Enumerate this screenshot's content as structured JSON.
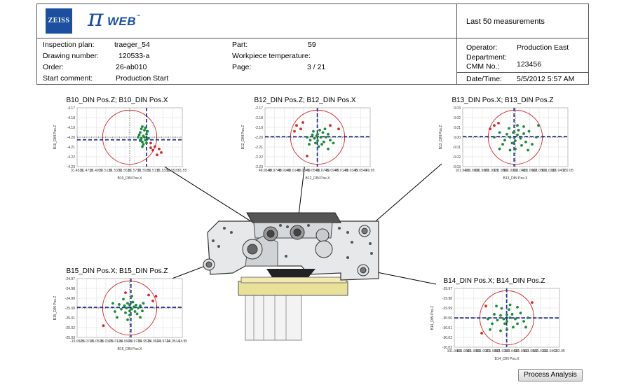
{
  "header": {
    "logo_text": "ZEISS",
    "brand_symbol": "π",
    "brand_web": "WEB",
    "brand_tm": "™",
    "info_title": "Last 50 measurements",
    "inspection_plan_label": "Inspection plan:",
    "inspection_plan_value": "traeger_54",
    "drawing_number_label": "Drawing number:",
    "drawing_number_value": "120533-a",
    "order_label": "Order:",
    "order_value": "26-ab010",
    "start_comment_label": "Start comment:",
    "start_comment_value": "Production Start",
    "part_label": "Part:",
    "part_value": "59",
    "workpiece_temp_label": "Workpiece temperature:",
    "page_label": "Page:",
    "page_value": "3 / 21",
    "operator_label": "Operator:",
    "operator_value": "Production East",
    "department_label": "Department:",
    "cmm_label": "CMM No.:",
    "cmm_value": "123456",
    "datetime_label": "Date/Time:",
    "datetime_value": "5/5/2012 5:57 AM"
  },
  "colors": {
    "brand_blue": "#1c4fa0",
    "in_tolerance": "#1e8a3c",
    "out_of_tolerance": "#d62a2a",
    "mean_line": "#22328c"
  },
  "chart_data": [
    {
      "type": "scatter",
      "title": "B10_DIN Pos.Z; B10_DIN Pos.X",
      "xlabel": "B10_DIN Pos.X",
      "ylabel": "B10_DIN Pos.Z",
      "xticks": [
        "31.4531",
        "31.4731",
        "31.4931",
        "31.5131",
        "31.5331",
        "31.5531",
        "31.5731",
        "31.5931",
        "31.5131",
        "31.5331",
        "31.5531",
        "31.55"
      ],
      "yticks": [
        "-4.17",
        "-4.18",
        "-4.19",
        "-4.20",
        "-4.21",
        "-4.22",
        "-4.23"
      ],
      "grid": true,
      "points": [
        [
          0.62,
          0.32,
          "g"
        ],
        [
          0.64,
          0.38,
          "g"
        ],
        [
          0.6,
          0.42,
          "g"
        ],
        [
          0.66,
          0.45,
          "g"
        ],
        [
          0.63,
          0.48,
          "g"
        ],
        [
          0.61,
          0.52,
          "g"
        ],
        [
          0.65,
          0.55,
          "g"
        ],
        [
          0.62,
          0.58,
          "g"
        ],
        [
          0.67,
          0.4,
          "g"
        ],
        [
          0.59,
          0.46,
          "g"
        ],
        [
          0.64,
          0.5,
          "g"
        ],
        [
          0.6,
          0.56,
          "g"
        ],
        [
          0.66,
          0.6,
          "g"
        ],
        [
          0.63,
          0.62,
          "g"
        ],
        [
          0.68,
          0.52,
          "g"
        ],
        [
          0.61,
          0.36,
          "g"
        ],
        [
          0.58,
          0.5,
          "g"
        ],
        [
          0.65,
          0.34,
          "g"
        ],
        [
          0.62,
          0.66,
          "g"
        ],
        [
          0.7,
          0.6,
          "r"
        ],
        [
          0.74,
          0.66,
          "r"
        ],
        [
          0.78,
          0.7,
          "r"
        ],
        [
          0.72,
          0.72,
          "r"
        ],
        [
          0.8,
          0.76,
          "r"
        ],
        [
          0.76,
          0.8,
          "r"
        ],
        [
          0.7,
          0.68,
          "r"
        ]
      ]
    },
    {
      "type": "scatter",
      "title": "B12_DIN Pos.Z; B12_DIN Pos.X",
      "xlabel": "B12_DIN Pos.X",
      "ylabel": "B12_DIN Pos.Z",
      "xticks": [
        "48.9548",
        "48.9748",
        "48.9948",
        "49.0148",
        "49.0348",
        "49.0548",
        "49.0748",
        "49.0948",
        "49.0148",
        "49.0348",
        "49.0548",
        "49.95"
      ],
      "yticks": [
        "-2.17",
        "-2.18",
        "-2.19",
        "-2.20",
        "-2.21",
        "-2.22",
        "-2.23"
      ],
      "grid": true,
      "points": [
        [
          0.5,
          0.45,
          "g"
        ],
        [
          0.53,
          0.5,
          "g"
        ],
        [
          0.47,
          0.52,
          "g"
        ],
        [
          0.55,
          0.42,
          "g"
        ],
        [
          0.5,
          0.56,
          "g"
        ],
        [
          0.45,
          0.46,
          "g"
        ],
        [
          0.58,
          0.5,
          "g"
        ],
        [
          0.52,
          0.38,
          "g"
        ],
        [
          0.48,
          0.6,
          "g"
        ],
        [
          0.56,
          0.58,
          "g"
        ],
        [
          0.43,
          0.55,
          "g"
        ],
        [
          0.6,
          0.45,
          "g"
        ],
        [
          0.54,
          0.62,
          "g"
        ],
        [
          0.46,
          0.4,
          "g"
        ],
        [
          0.62,
          0.55,
          "g"
        ],
        [
          0.51,
          0.66,
          "g"
        ],
        [
          0.4,
          0.5,
          "g"
        ],
        [
          0.57,
          0.36,
          "g"
        ],
        [
          0.65,
          0.6,
          "g"
        ],
        [
          0.42,
          0.62,
          "g"
        ],
        [
          0.6,
          0.7,
          "g"
        ],
        [
          0.49,
          0.48,
          "g"
        ],
        [
          0.3,
          0.3,
          "r"
        ],
        [
          0.36,
          0.25,
          "r"
        ],
        [
          0.28,
          0.4,
          "r"
        ],
        [
          0.34,
          0.36,
          "r"
        ],
        [
          0.62,
          0.3,
          "r"
        ],
        [
          0.7,
          0.36,
          "r"
        ],
        [
          0.4,
          0.82,
          "r"
        ]
      ]
    },
    {
      "type": "scatter",
      "title": "B13_DIN Pos.X; B13_DIN Pos.Z",
      "xlabel": "B13_DIN Pos.X",
      "ylabel": "B13_DIN Pos.Z",
      "xticks": [
        "101.9401",
        "101.9601",
        "101.9801",
        "101.9921",
        "101.9802",
        "101.0202",
        "101.0402",
        "101.0602",
        "101.0802",
        "101.0202",
        "101.0402",
        "102.05"
      ],
      "yticks": [
        "0.03",
        "0.02",
        "0.01",
        "0.00",
        "-0.01",
        "-0.02",
        "-0.03"
      ],
      "grid": true,
      "points": [
        [
          0.48,
          0.42,
          "g"
        ],
        [
          0.52,
          0.46,
          "g"
        ],
        [
          0.45,
          0.5,
          "g"
        ],
        [
          0.55,
          0.52,
          "g"
        ],
        [
          0.5,
          0.56,
          "g"
        ],
        [
          0.42,
          0.45,
          "g"
        ],
        [
          0.58,
          0.44,
          "g"
        ],
        [
          0.47,
          0.6,
          "g"
        ],
        [
          0.53,
          0.38,
          "g"
        ],
        [
          0.4,
          0.55,
          "g"
        ],
        [
          0.6,
          0.58,
          "g"
        ],
        [
          0.44,
          0.35,
          "g"
        ],
        [
          0.56,
          0.64,
          "g"
        ],
        [
          0.35,
          0.42,
          "g"
        ],
        [
          0.63,
          0.4,
          "g"
        ],
        [
          0.38,
          0.62,
          "g"
        ],
        [
          0.66,
          0.62,
          "g"
        ],
        [
          0.5,
          0.7,
          "g"
        ],
        [
          0.3,
          0.5,
          "g"
        ],
        [
          0.7,
          0.5,
          "g"
        ],
        [
          0.52,
          0.3,
          "g"
        ],
        [
          0.45,
          0.72,
          "g"
        ],
        [
          0.72,
          0.3,
          "g"
        ],
        [
          0.62,
          0.72,
          "g"
        ],
        [
          0.58,
          0.32,
          "g"
        ],
        [
          0.35,
          0.7,
          "g"
        ],
        [
          0.3,
          0.3,
          "r"
        ],
        [
          0.26,
          0.36,
          "r"
        ],
        [
          0.34,
          0.26,
          "r"
        ]
      ]
    },
    {
      "type": "scatter",
      "title": "B15_DIN Pos.X; B15_DIN Pos.Z",
      "xlabel": "B15_DIN Pos.X",
      "ylabel": "B15_DIN Pos.Z",
      "xticks": [
        "-15.0915",
        "-15.0715",
        "-15.0515",
        "-15.0315",
        "-15.0115",
        "-14.9915",
        "-14.9715",
        "-14.9515",
        "-14.9914",
        "-14.9714",
        "-14.9514",
        "-14.95"
      ],
      "yticks": [
        "-24.97",
        "-24.98",
        "-24.99",
        "-25.00",
        "-25.01",
        "-25.02",
        "-25.03"
      ],
      "grid": true,
      "points": [
        [
          0.5,
          0.45,
          "g"
        ],
        [
          0.54,
          0.48,
          "g"
        ],
        [
          0.47,
          0.5,
          "g"
        ],
        [
          0.52,
          0.52,
          "g"
        ],
        [
          0.56,
          0.45,
          "g"
        ],
        [
          0.45,
          0.46,
          "g"
        ],
        [
          0.58,
          0.5,
          "g"
        ],
        [
          0.5,
          0.55,
          "g"
        ],
        [
          0.48,
          0.42,
          "g"
        ],
        [
          0.55,
          0.56,
          "g"
        ],
        [
          0.42,
          0.52,
          "g"
        ],
        [
          0.6,
          0.46,
          "g"
        ],
        [
          0.46,
          0.58,
          "g"
        ],
        [
          0.53,
          0.4,
          "g"
        ],
        [
          0.62,
          0.55,
          "g"
        ],
        [
          0.4,
          0.44,
          "g"
        ],
        [
          0.5,
          0.62,
          "g"
        ],
        [
          0.36,
          0.56,
          "g"
        ],
        [
          0.44,
          0.35,
          "g"
        ],
        [
          0.57,
          0.6,
          "g"
        ],
        [
          0.38,
          0.66,
          "g"
        ],
        [
          0.52,
          0.3,
          "g"
        ],
        [
          0.63,
          0.42,
          "g"
        ],
        [
          0.34,
          0.42,
          "g"
        ],
        [
          0.48,
          0.7,
          "g"
        ],
        [
          0.6,
          0.66,
          "g"
        ],
        [
          0.68,
          0.28,
          "r"
        ],
        [
          0.75,
          0.3,
          "r"
        ],
        [
          0.72,
          0.38,
          "r"
        ],
        [
          0.25,
          0.8,
          "r"
        ],
        [
          0.46,
          0.24,
          "r"
        ]
      ]
    },
    {
      "type": "scatter",
      "title": "B14_DIN Pos.X; B14_DIN Pos.Z",
      "xlabel": "B14_DIN Pos.X",
      "ylabel": "B14_DIN Pos.Z",
      "xticks": [
        "101.9401",
        "101.9601",
        "101.9801",
        "101.9921",
        "101.9802",
        "101.0202",
        "101.0402",
        "101.0602",
        "101.0802",
        "101.0202",
        "101.0402",
        "102.05"
      ],
      "yticks": [
        "-29.97",
        "-29.98",
        "-29.99",
        "-30.00",
        "-30.01",
        "-30.02",
        "-30.03"
      ],
      "grid": true,
      "points": [
        [
          0.5,
          0.45,
          "g"
        ],
        [
          0.53,
          0.5,
          "g"
        ],
        [
          0.47,
          0.52,
          "g"
        ],
        [
          0.55,
          0.44,
          "g"
        ],
        [
          0.5,
          0.56,
          "g"
        ],
        [
          0.44,
          0.46,
          "g"
        ],
        [
          0.58,
          0.52,
          "g"
        ],
        [
          0.48,
          0.6,
          "g"
        ],
        [
          0.52,
          0.36,
          "g"
        ],
        [
          0.41,
          0.54,
          "g"
        ],
        [
          0.6,
          0.6,
          "g"
        ],
        [
          0.45,
          0.34,
          "g"
        ],
        [
          0.56,
          0.66,
          "g"
        ],
        [
          0.38,
          0.44,
          "g"
        ],
        [
          0.63,
          0.42,
          "g"
        ],
        [
          0.36,
          0.6,
          "g"
        ],
        [
          0.66,
          0.56,
          "g"
        ],
        [
          0.5,
          0.7,
          "g"
        ],
        [
          0.32,
          0.52,
          "g"
        ],
        [
          0.7,
          0.5,
          "g"
        ],
        [
          0.53,
          0.28,
          "g"
        ],
        [
          0.44,
          0.72,
          "g"
        ],
        [
          0.68,
          0.66,
          "g"
        ],
        [
          0.4,
          0.3,
          "g"
        ],
        [
          0.6,
          0.32,
          "g"
        ],
        [
          0.34,
          0.7,
          "g"
        ],
        [
          0.3,
          0.3,
          "r"
        ],
        [
          0.26,
          0.76,
          "r"
        ],
        [
          0.74,
          0.24,
          "r"
        ]
      ]
    }
  ],
  "actions": {
    "process_analysis_label": "Process Analysis"
  }
}
